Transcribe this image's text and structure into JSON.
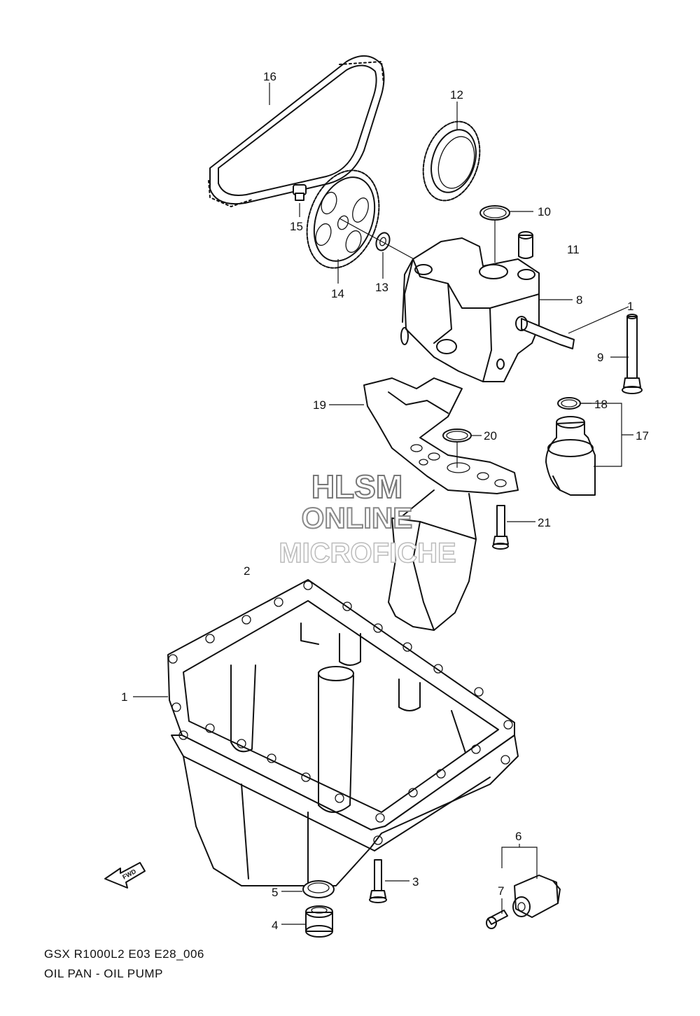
{
  "diagram": {
    "model_code": "GSX R1000L2 E03 E28_006",
    "section_title": "OIL PAN - OIL PUMP",
    "watermark": {
      "line1": "HLSM",
      "line2": "ONLINE",
      "line3": "MICROFICHE"
    },
    "callouts": {
      "c1a": "1",
      "c1b": "1",
      "c2": "2",
      "c3": "3",
      "c4": "4",
      "c5": "5",
      "c6": "6",
      "c7": "7",
      "c8": "8",
      "c9": "9",
      "c10": "10",
      "c11": "11",
      "c12": "12",
      "c13": "13",
      "c14": "14",
      "c15": "15",
      "c16": "16",
      "c17": "17",
      "c18": "18",
      "c19": "19",
      "c20": "20",
      "c21": "21"
    },
    "fwd_arrow": "FWD"
  }
}
